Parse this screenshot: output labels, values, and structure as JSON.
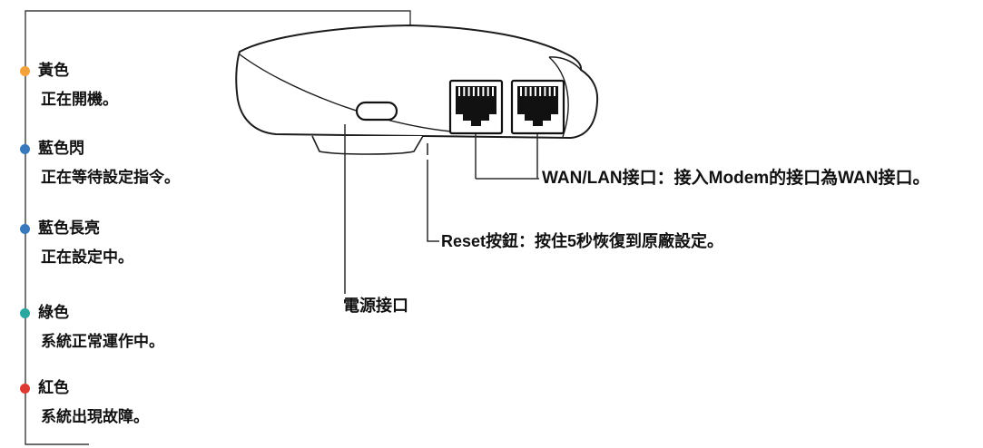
{
  "legend": {
    "items": [
      {
        "name": "yellow",
        "color": "#F2A13B",
        "title": "黃色",
        "desc": "正在開機。"
      },
      {
        "name": "blue-flash",
        "color": "#3879BD",
        "title": "藍色閃",
        "desc": "正在等待設定指令。"
      },
      {
        "name": "blue-solid",
        "color": "#3879BD",
        "title": "藍色長亮",
        "desc": "正在設定中。"
      },
      {
        "name": "green",
        "color": "#2AA79F",
        "title": "綠色",
        "desc": "系統正常運作中。"
      },
      {
        "name": "red",
        "color": "#DD3A34",
        "title": "紅色",
        "desc": "系統出現故障。"
      }
    ]
  },
  "callouts": {
    "wan_lan": {
      "label": "WAN/LAN接口：接入Modem的接口為WAN接口。"
    },
    "reset": {
      "label": "Reset按鈕：按住5秒恢復到原廠設定。"
    },
    "power": {
      "label": "電源接口"
    }
  },
  "device": {
    "graphic": "mesh-router-side-view",
    "parts": [
      "led-indicator-leader-line",
      "ethernet-port-1",
      "ethernet-port-2",
      "power-port-slot",
      "reset-pinhole",
      "base-foot"
    ]
  },
  "colors": {
    "outline": "#1c1c1c",
    "leader_line": "#2b2b2b",
    "legend_line": "#3b3b3b"
  }
}
